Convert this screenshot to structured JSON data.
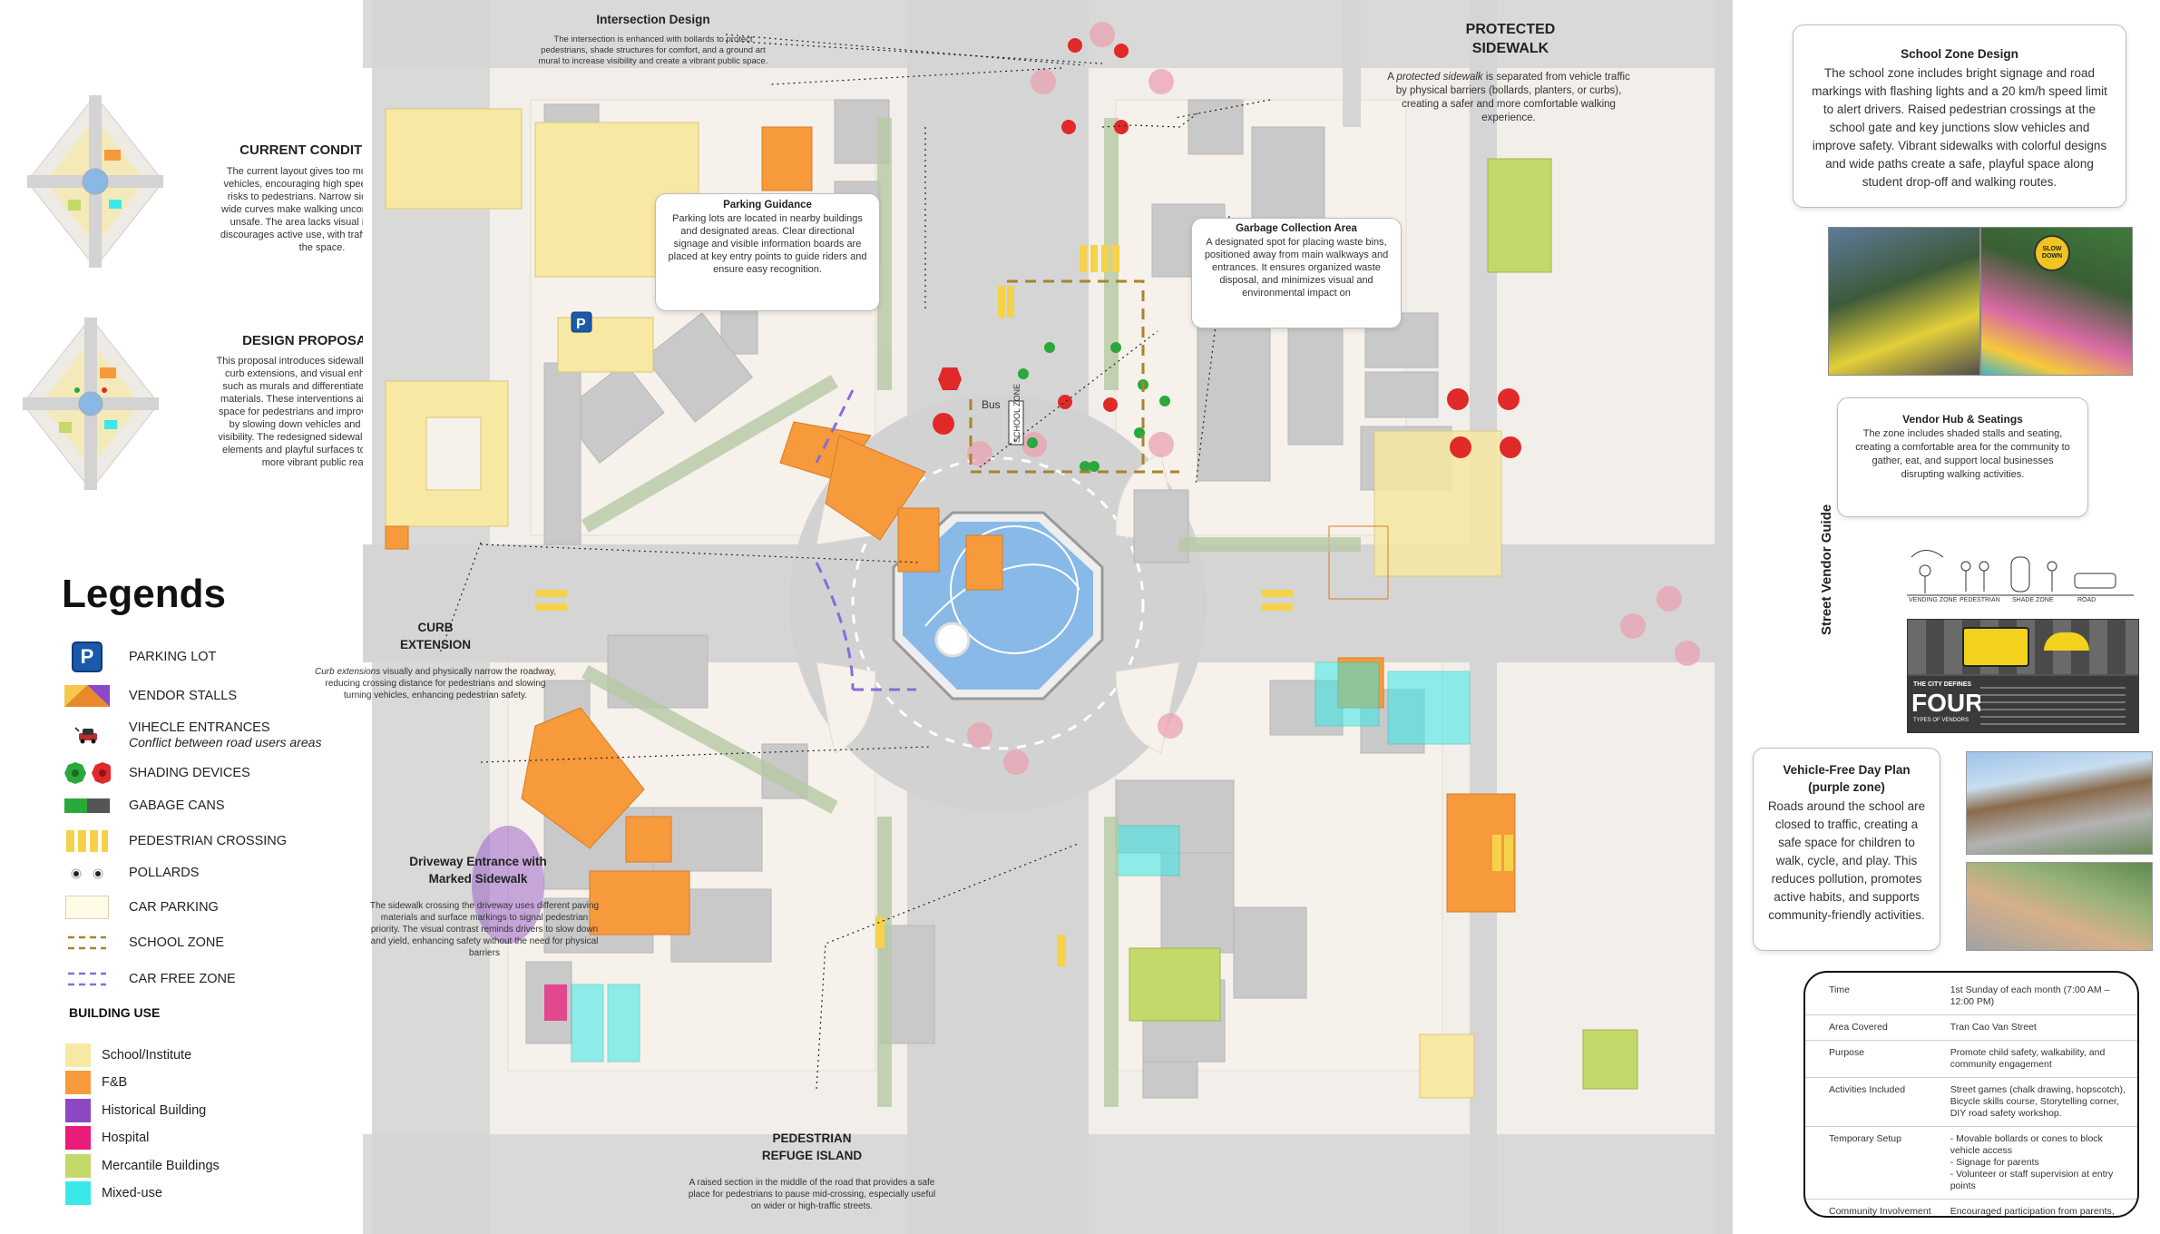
{
  "colors": {
    "school": "#f7e8a3",
    "fnb": "#f79a3c",
    "historical": "#8b49c6",
    "hospital": "#ea1c7a",
    "mercantile": "#c3d96a",
    "mixed_use": "#39e9e7",
    "water": "#89b9e6",
    "road": "#d5d5d5",
    "sidewalk": "#f1ede7",
    "building_grey": "#c9c9c9",
    "school_zone": "#a8842a",
    "car_free": "#8a6bd8",
    "shade_green": "#2aa83a",
    "shade_red": "#e02a2a",
    "crossing_yellow": "#f5d24a"
  },
  "current": {
    "title": "CURRENT CONDITION",
    "text": "The current layout gives too much space to vehicles, encouraging high speeds that pose risks to pedestrians. Narrow sidewalks and wide curves make walking uncomfortable and unsafe. The area lacks visual interest and discourages active use, with traffic dominating the space."
  },
  "proposal": {
    "title": "DESIGN PROPOSAL",
    "text": "This proposal introduces sidewalk expansions, curb extensions, and visual enhancements such as murals and differentiated pavement materials. These interventions aim to reclaim space for pedestrians and improve walkability by slowing down vehicles and enhancing visibility. The redesigned sidewalks feature art elements and playful surfaces to stimulate a more vibrant public realm."
  },
  "legend": {
    "title": "Legends",
    "items": [
      {
        "label": "PARKING LOT"
      },
      {
        "label": "VENDOR STALLS"
      },
      {
        "label": "VIHECLE ENTRANCES",
        "sub": "Conflict between road users areas"
      },
      {
        "label": "SHADING DEVICES"
      },
      {
        "label": "GABAGE CANS"
      },
      {
        "label": "PEDESTRIAN CROSSING"
      },
      {
        "label": "POLLARDS"
      },
      {
        "label": "CAR PARKING"
      },
      {
        "label": "SCHOOL ZONE"
      },
      {
        "label": "CAR FREE ZONE"
      }
    ],
    "parking_glyph": "P"
  },
  "building_use": {
    "title": "BUILDING USE",
    "items": [
      "School/Institute",
      "F&B",
      "Historical Building",
      "Hospital",
      "Mercantile Buildings",
      "Mixed-use"
    ]
  },
  "intersection": {
    "title": "Intersection Design",
    "text": "The intersection is enhanced with bollards to protect pedestrians, shade structures for comfort, and a ground art mural to increase visibility and create a vibrant public space."
  },
  "protected": {
    "title": "PROTECTED SIDEWALK",
    "text_em": "protected sidewalk",
    "text_pre": "A ",
    "text_post": " is separated from vehicle traffic by physical barriers (bollards, planters, or curbs), creating a safer and more comfortable walking experience."
  },
  "parking_guidance": {
    "title": "Parking Guidance",
    "text": "Parking lots are located in nearby buildings and designated areas. Clear directional signage and visible information boards are placed at key entry points to guide riders and ensure easy recognition."
  },
  "garbage": {
    "title": "Garbage Collection Area",
    "text": "A designated spot for placing waste bins, positioned away from main walkways and entrances. It ensures organized waste disposal, and minimizes visual and environmental impact on"
  },
  "curb": {
    "title": "CURB EXTENSION",
    "text_em": "Curb extensions",
    "text": " visually and physically narrow the roadway, reducing crossing distance for pedestrians and slowing turning vehicles, enhancing pedestrian safety."
  },
  "driveway": {
    "title": "Driveway Entrance with Marked Sidewalk",
    "text": "The sidewalk crossing the driveway uses different paving materials and surface markings to signal pedestrian priority. The visual contrast reminds drivers to slow down and yield, enhancing safety without the need for physical barriers"
  },
  "refuge": {
    "title": "PEDESTRIAN REFUGE ISLAND",
    "text": "A raised section in the middle of the road that provides a safe place for pedestrians to pause mid-crossing, especially useful on wider or high-traffic streets."
  },
  "school_zone_design": {
    "title": "School Zone Design",
    "text": "The school zone includes bright signage and road markings with flashing lights and a 20 km/h speed limit to alert drivers. Raised pedestrian crossings at the school gate and key junctions slow vehicles and improve safety. Vibrant sidewalks with colorful designs and wide paths create a safe, playful space along student drop-off and walking routes."
  },
  "vendor_hub": {
    "title": "Vendor Hub & Seatings",
    "text": "The zone includes shaded stalls and seating, creating a comfortable area for the community to gather, eat, and support local businesses disrupting walking activities."
  },
  "vendor_guide": {
    "title": "Street Vendor Guide",
    "big": "FOUR",
    "small": "THE CITY DEFINES",
    "small2": "TYPES OF VENDORS",
    "labels": [
      "VENDING ZONE",
      "PEDESTRIAN",
      "SHADE ZONE",
      "ROAD"
    ]
  },
  "vehicle_free": {
    "title": "Vehicle-Free Day Plan (purple zone)",
    "text": "Roads around the school are closed to traffic, creating a safe space for children to walk, cycle, and play. This reduces pollution, promotes active habits, and supports community-friendly activities."
  },
  "plan_table": {
    "rows": [
      {
        "k": "Time",
        "v": "1st Sunday of each month (7:00 AM – 12:00 PM)"
      },
      {
        "k": "Area Covered",
        "v": "Tran Cao Van Street"
      },
      {
        "k": "Purpose",
        "v": "Promote child safety, walkability, and community engagement"
      },
      {
        "k": "Activities Included",
        "v": "Street games (chalk drawing, hopscotch), Bicycle skills course, Storytelling corner, DIY road safety workshop."
      },
      {
        "k": "Temporary Setup",
        "v": "- Movable bollards or cones to block vehicle access\n- Signage for parents\n- Volunteer or staff supervision at entry points"
      },
      {
        "k": "Community Involvement",
        "v": "Encouraged participation from parents, teachers, and local businesses"
      }
    ]
  },
  "map_labels": {
    "bus": "Bus",
    "school_sign": "SCHOOL ZONE",
    "slow_sign": "SLOW DOWN"
  }
}
